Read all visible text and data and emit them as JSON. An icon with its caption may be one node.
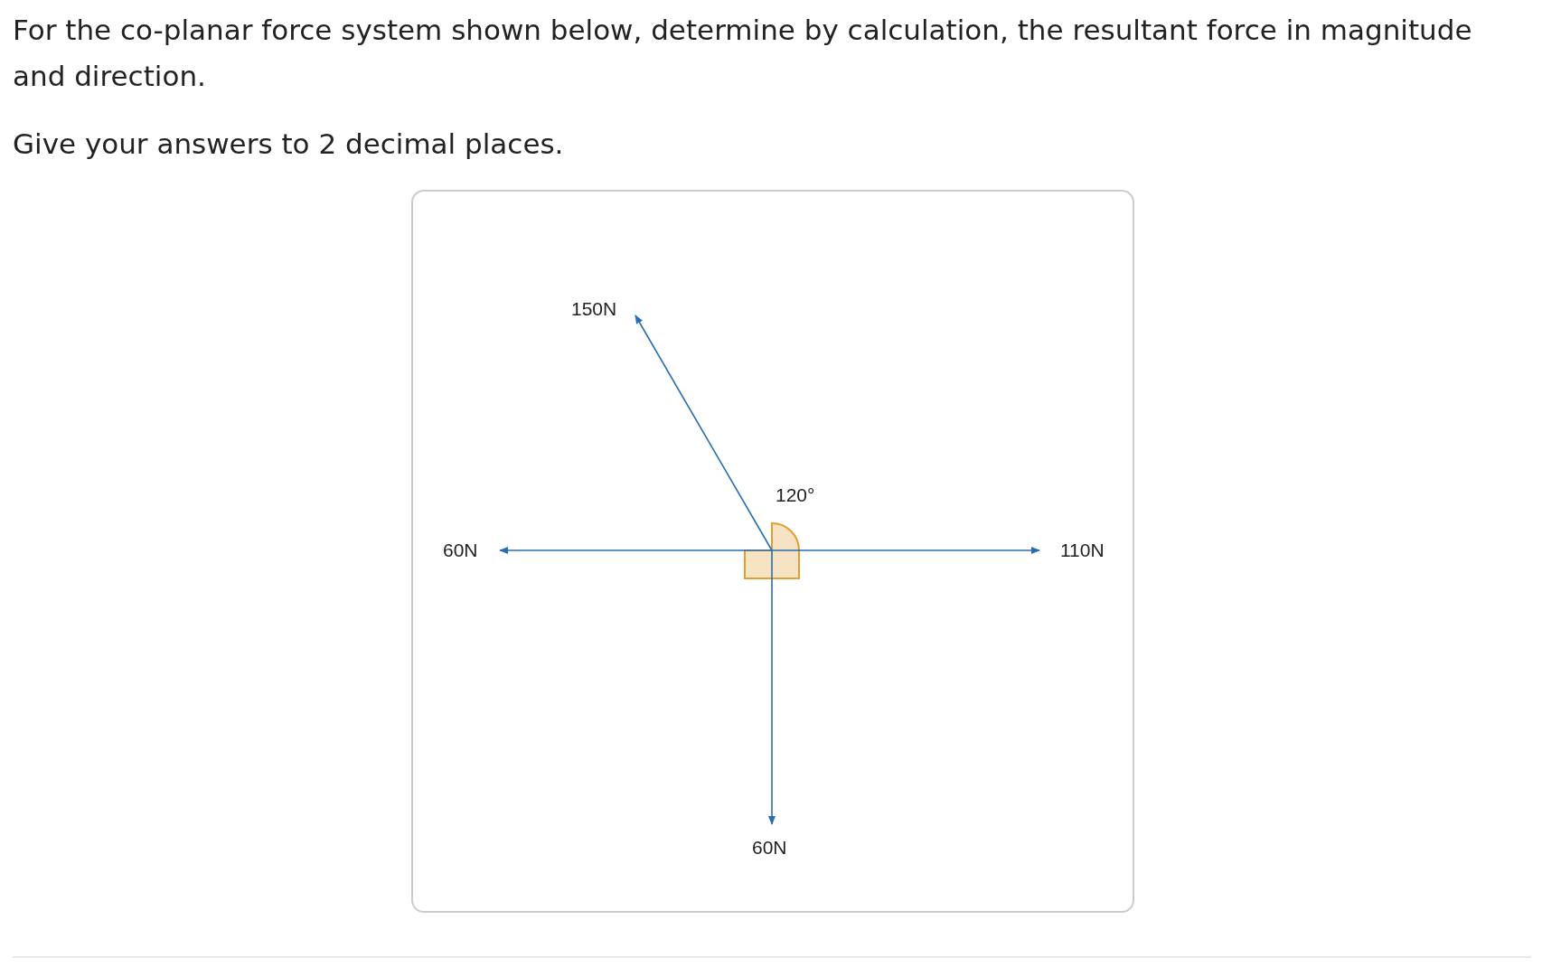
{
  "diagram": {
    "title": "For the co-planar force system shown below, determine by calculation, the resultant force in magnitude and direction.",
    "labels": [
      "Give your answers to 2 decimal places.",
      "150N",
      "120°",
      "60N",
      "110N",
      "60N"
    ]
  }
}
